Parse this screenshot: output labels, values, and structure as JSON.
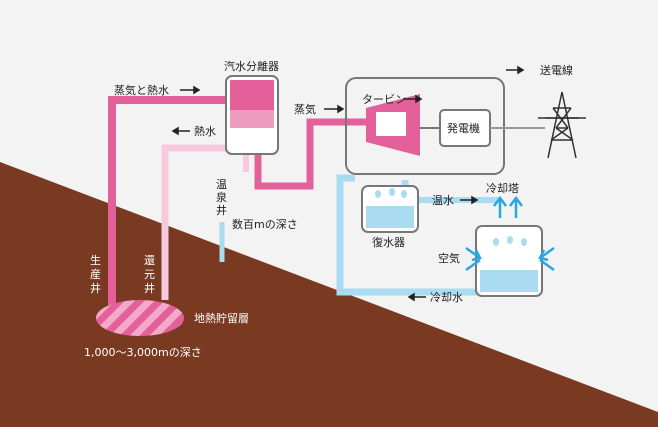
{
  "colors": {
    "background": "#f3f3f3",
    "ground": "#7a3a22",
    "production_pipe": "#e3609a",
    "reinjection_pipe": "#f6c9dd",
    "cooling_water": "#a9dbf1",
    "steam_blue": "#2aa7e0",
    "equipment_stroke": "#777777",
    "equipment_fill": "#ffffff",
    "text": "#222222"
  },
  "labels": {
    "separator": "汽水分離器",
    "steam_and_hot_water": "蒸気と熱水",
    "hot_water": "熱水",
    "steam": "蒸気",
    "turbine": "タービン",
    "generator": "発電機",
    "transmission_line": "送電線",
    "hot_spring_well": [
      "温",
      "泉",
      "井"
    ],
    "hundreds_depth": "数百mの深さ",
    "warm_water": "温水",
    "cooling_tower": "冷却塔",
    "condenser": "復水器",
    "air": "空気",
    "cooling_water": "冷却水",
    "production_well": [
      "生",
      "産",
      "井"
    ],
    "reinjection_well": [
      "還",
      "元",
      "井"
    ],
    "reservoir": "地熱貯留層",
    "reservoir_depth": "1,000～3,000mの深さ"
  },
  "icons": {
    "arrow": "right-arrow-icon",
    "left_arrow": "left-arrow-icon",
    "tower": "transmission-tower-icon",
    "cooling_arrows": "cooling-arrows-icon"
  }
}
